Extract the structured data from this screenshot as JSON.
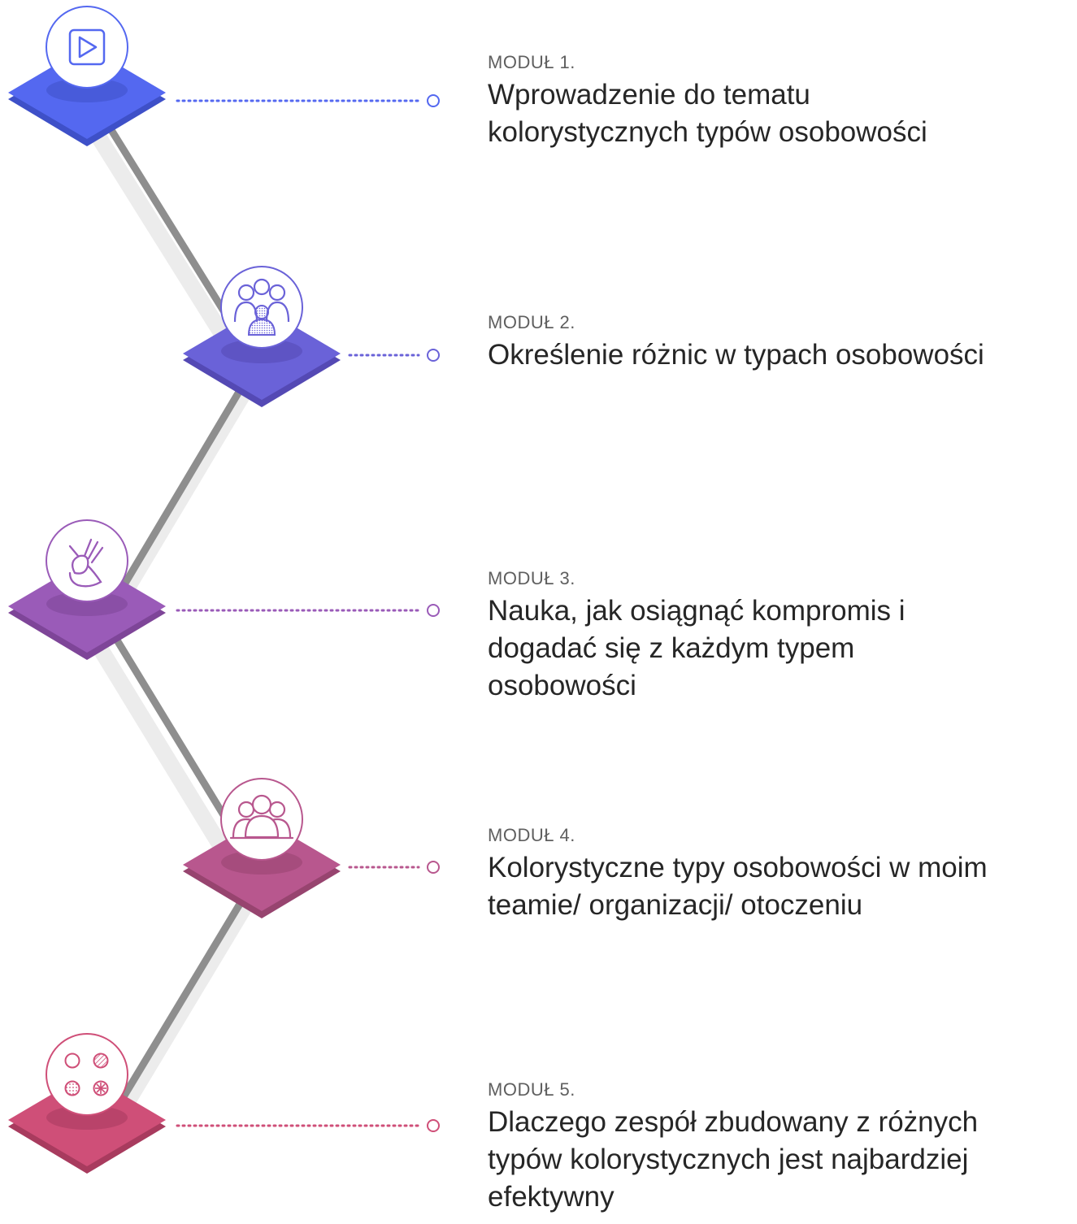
{
  "modules": [
    {
      "label": "MODUŁ 1.",
      "title": "Wprowadzenie do tematu kolorystycznych typów osobowości",
      "icon": "play-icon",
      "color": "#5468f0"
    },
    {
      "label": "MODUŁ 2.",
      "title": "Określenie różnic w typach osobowości",
      "icon": "group-highlight-icon",
      "color": "#6a62d8"
    },
    {
      "label": "MODUŁ 3.",
      "title": "Nauka, jak osiągnąć kompromis i dogadać się z każdym typem osobowości",
      "icon": "ok-hand-icon",
      "color": "#9a5bb8"
    },
    {
      "label": "MODUŁ 4.",
      "title": "Kolorystyczne typy osobowości w moim teamie/ organizacji/ otoczeniu",
      "icon": "team-icon",
      "color": "#b8578e"
    },
    {
      "label": "MODUŁ 5.",
      "title": "Dlaczego zespół zbudowany z różnych typów kolorystycznych jest najbardziej efektywny",
      "icon": "color-types-icon",
      "color": "#cf4f78"
    }
  ]
}
